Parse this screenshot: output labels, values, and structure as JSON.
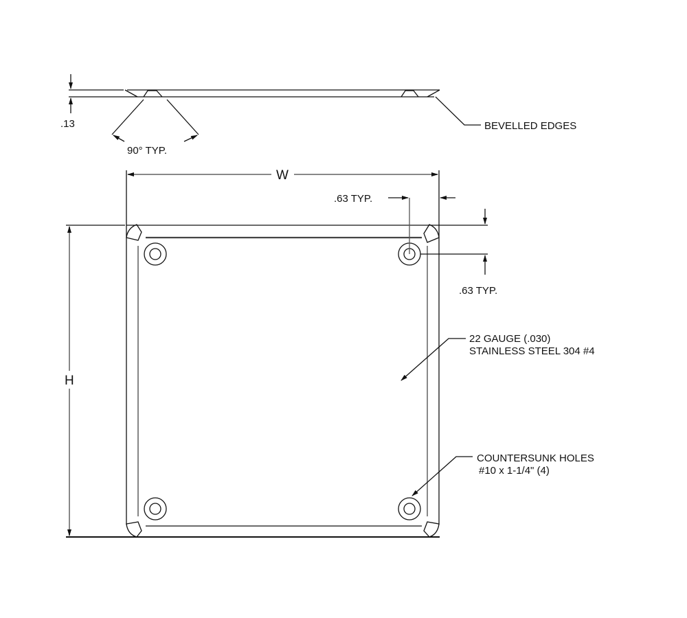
{
  "drawing": {
    "side_view": {
      "thickness_dim": ".13",
      "angle_note": "90° TYP.",
      "edge_note": "BEVELLED EDGES"
    },
    "front_view": {
      "width_label": "W",
      "height_label": "H",
      "hole_offset_x": ".63 TYP.",
      "hole_offset_y": ".63 TYP.",
      "material_note": {
        "line1": "22 GAUGE (.030)",
        "line2": "STAINLESS STEEL 304 #4"
      },
      "holes_note": {
        "line1": "COUNTERSUNK HOLES",
        "line2": "#10 x 1-1/4\"  (4)"
      },
      "hole_count": 4
    },
    "colors": {
      "line": "#111111",
      "background": "#ffffff"
    }
  }
}
